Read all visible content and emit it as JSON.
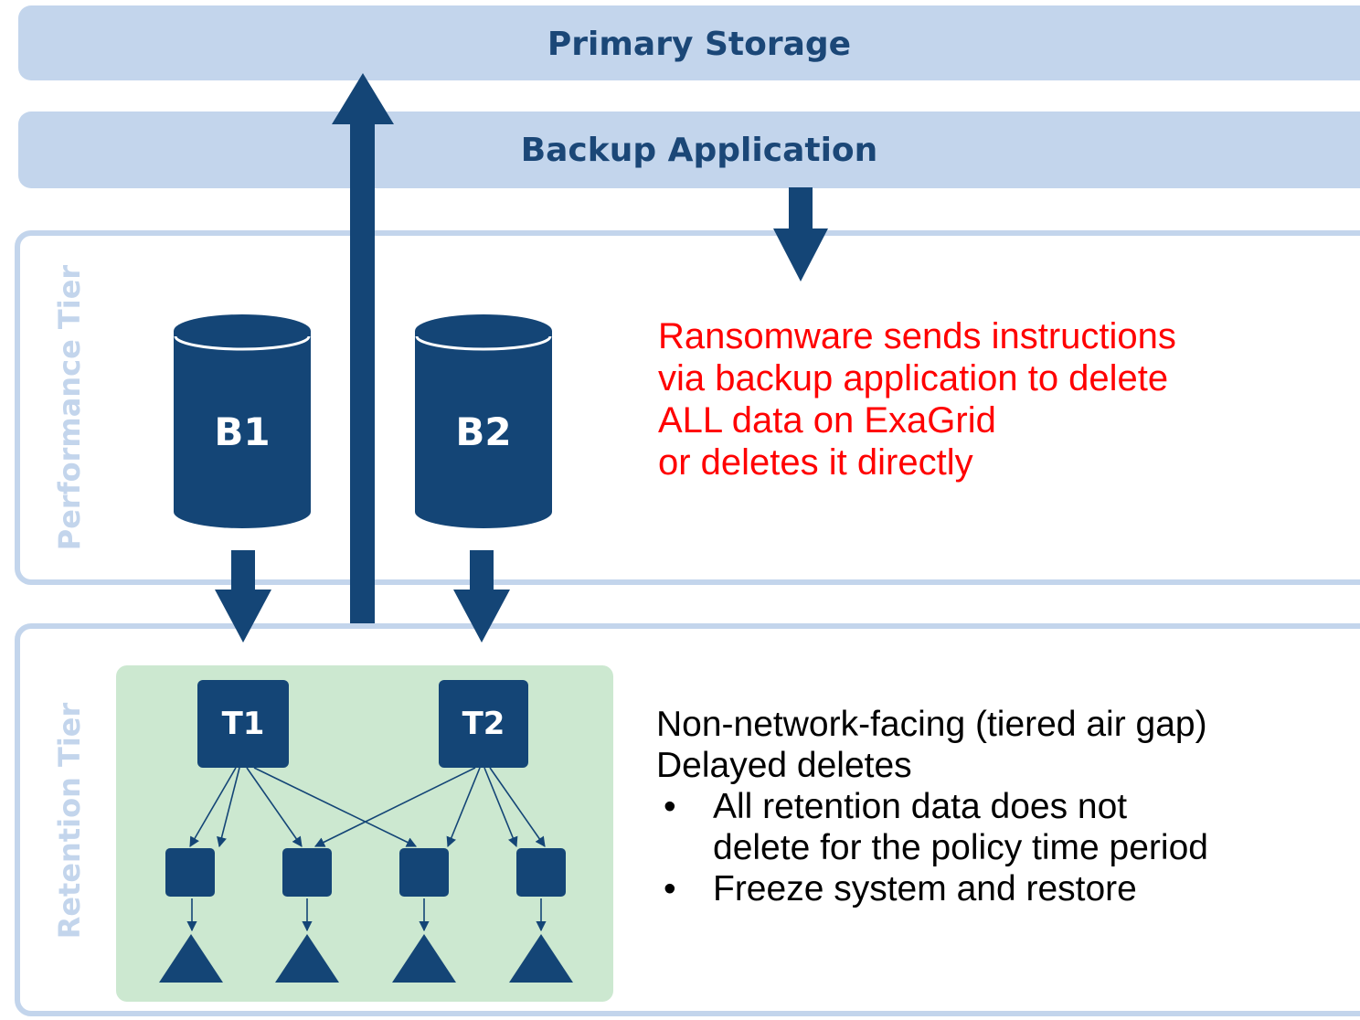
{
  "bands": {
    "primary_storage": "Primary Storage",
    "backup_application": "Backup Application"
  },
  "tiers": {
    "performance": "Performance Tier",
    "retention": "Retention Tier"
  },
  "repositories": {
    "b1": "B1",
    "b2": "B2",
    "t1": "T1",
    "t2": "T2"
  },
  "ransomware_note": {
    "lines": [
      "Ransomware sends instructions",
      "via backup application to delete",
      "ALL data on ExaGrid",
      "or deletes it directly"
    ]
  },
  "retention_note": {
    "lines": [
      "Non-network-facing (tiered air gap)",
      "Delayed deletes"
    ],
    "bullet_symbol": "•",
    "bullets": [
      {
        "line1": "All retention data does not",
        "line2": "delete for the policy time period"
      },
      {
        "line1": "Freeze system and restore",
        "line2": ""
      }
    ]
  },
  "colors": {
    "band_fill": "#c3d5ec",
    "band_text": "#1b4777",
    "shape_fill": "#144576",
    "retention_fill": "#cce8d0",
    "warning_text": "#ff0000"
  }
}
